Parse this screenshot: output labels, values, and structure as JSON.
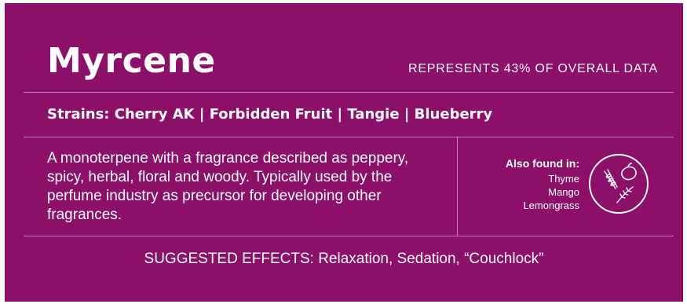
{
  "card": {
    "title": "Myrcene",
    "represents": "REPRESENTS 43% OF OVERALL DATA",
    "strains": "Strains: Cherry AK | Forbidden Fruit | Tangie | Blueberry",
    "description": "A monoterpene with a fragrance described as peppery, spicy, herbal, floral and woody. Typically used by the perfume industry as precursor for developing other fragrances.",
    "also_found": {
      "title": "Also found in:",
      "items": [
        "Thyme",
        "Mango",
        "Lemongrass"
      ]
    },
    "effects": "SUGGESTED EFFECTS: Relaxation, Sedation, “Couchlock”"
  },
  "icons": {
    "badge": "herbs-mango-circle-icon"
  },
  "colors": {
    "background": "#8c1069",
    "text": "#ffffff"
  }
}
